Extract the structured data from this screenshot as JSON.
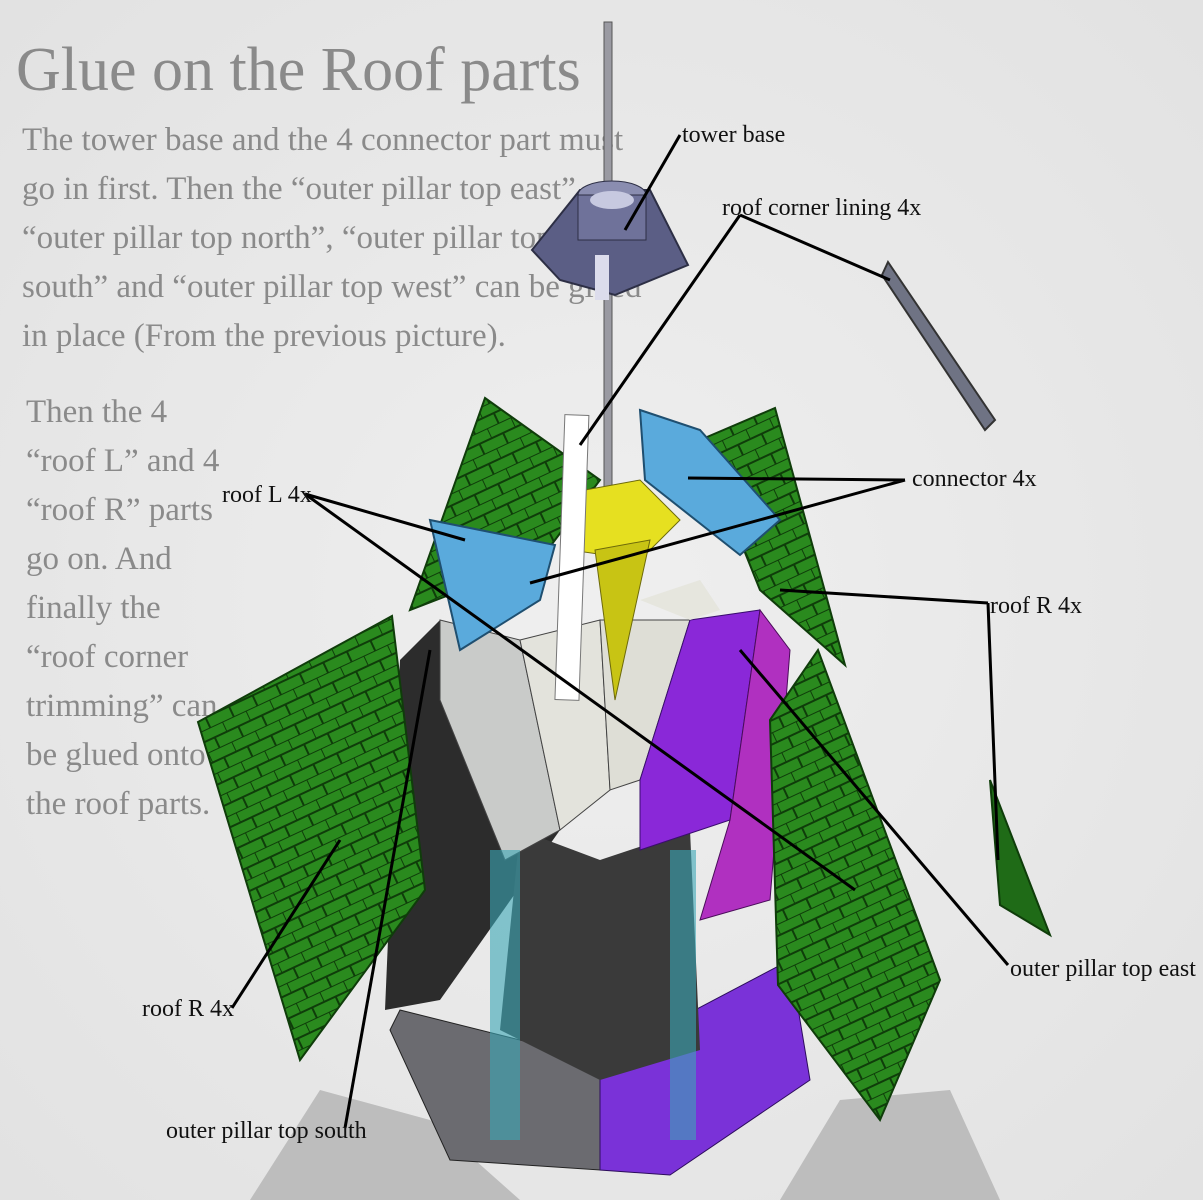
{
  "title": "Glue on the Roof parts",
  "intro_lines": [
    "The tower base and the 4 connector part must",
    "go in first. Then the “outer pillar top east”,",
    "“outer pillar top north”, “outer pillar top",
    "south” and “outer pillar top west” can be glued",
    "in place (From the previous picture)."
  ],
  "second_lines": [
    "Then the 4",
    "“roof L” and 4",
    "“roof R” parts",
    "go on. And",
    "finally the",
    "“roof corner",
    "trimming” can",
    "be glued onto",
    "the roof parts."
  ],
  "labels": {
    "tower_base": "tower base",
    "roof_corner_lining": "roof corner lining 4x",
    "connector": "connector 4x",
    "roof_l": "roof L 4x",
    "roof_r_right": "roof R 4x",
    "roof_r_left": "roof R 4x",
    "outer_pillar_top_east": "outer pillar top east",
    "outer_pillar_top_south": "outer pillar top south"
  },
  "colors": {
    "roof_green": "#2a8a1e",
    "connector_blue": "#5aaadc",
    "purple": "#8a2ed8",
    "yellow": "#e6e020",
    "text_gray": "#8a8a8a"
  }
}
